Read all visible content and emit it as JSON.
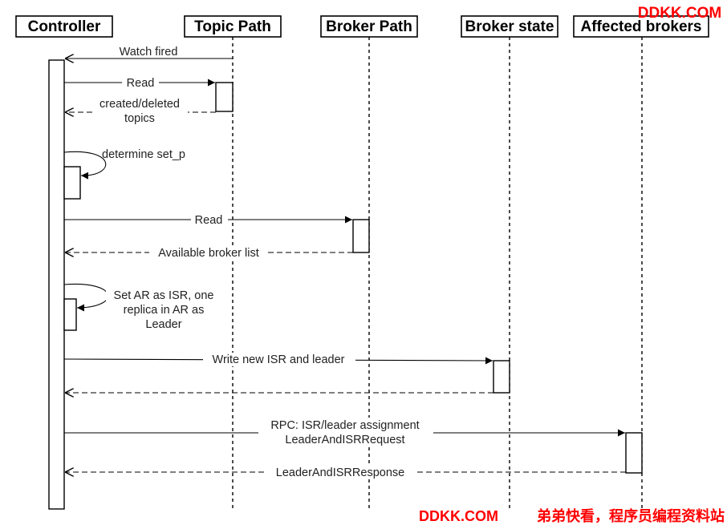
{
  "participants": [
    {
      "id": "controller",
      "label": "Controller"
    },
    {
      "id": "topic_path",
      "label": "Topic Path"
    },
    {
      "id": "broker_path",
      "label": "Broker Path"
    },
    {
      "id": "broker_state",
      "label": "Broker state"
    },
    {
      "id": "affected_brokers",
      "label": "Affected brokers"
    }
  ],
  "messages": [
    {
      "id": "watch_fired",
      "label": "Watch fired"
    },
    {
      "id": "read_topics",
      "label": "Read"
    },
    {
      "id": "created_deleted_topics",
      "lines": [
        "created/deleted",
        "topics"
      ]
    },
    {
      "id": "determine_set_p",
      "label": "determine set_p"
    },
    {
      "id": "read_brokers",
      "label": "Read"
    },
    {
      "id": "available_broker_list",
      "label": "Available broker list"
    },
    {
      "id": "set_ar_as_isr",
      "lines": [
        "Set AR as ISR, one",
        "replica in AR as",
        "Leader"
      ]
    },
    {
      "id": "write_isr_leader",
      "label": "Write new ISR and leader"
    },
    {
      "id": "rpc_assignment",
      "lines": [
        "RPC:  ISR/leader assignment",
        "LeaderAndISRRequest"
      ]
    },
    {
      "id": "leader_isr_response",
      "label": "LeaderAndISRResponse"
    }
  ],
  "watermarks": {
    "top": "DDKK.COM",
    "bottom_brand": "DDKK.COM",
    "bottom_text": "弟弟快看，程序员编程资料站"
  },
  "colors": {
    "line": "#000000",
    "watermark": "#ff0000"
  }
}
